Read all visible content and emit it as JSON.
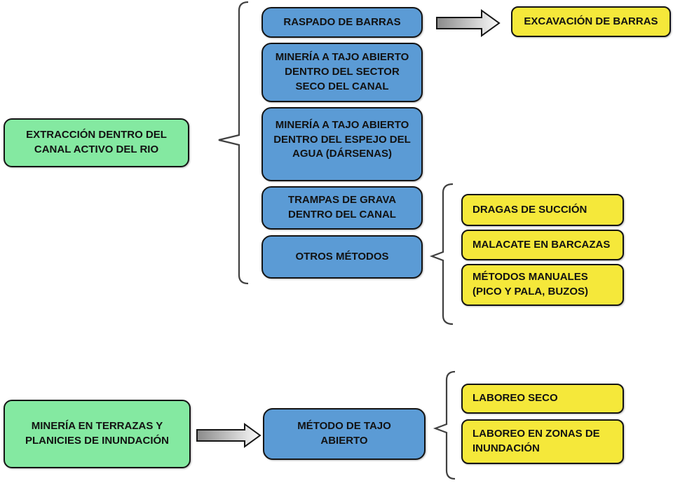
{
  "colors": {
    "green": "#84E9A1",
    "blue": "#5B9BD5",
    "yellow": "#F5E83A",
    "border": "#141414",
    "brace": "#404040",
    "arrow-start": "#8a8a8a",
    "arrow-end": "#fbfbfb"
  },
  "nodes": {
    "extraccion": {
      "lines": [
        "EXTRACCIÓN DENTRO DEL",
        "CANAL ACTIVO DEL RIO"
      ]
    },
    "raspado": {
      "lines": [
        "RASPADO DE BARRAS"
      ]
    },
    "mineria_seco": {
      "lines": [
        "MINERÍA A TAJO ABIERTO",
        "DENTRO DEL SECTOR",
        "SECO DEL CANAL"
      ]
    },
    "mineria_espejo": {
      "lines": [
        "MINERÍA A TAJO ABIERTO",
        "DENTRO DEL ESPEJO DEL",
        "AGUA (DÁRSENAS)"
      ]
    },
    "trampas": {
      "lines": [
        "TRAMPAS DE GRAVA",
        "DENTRO DEL CANAL"
      ]
    },
    "otros": {
      "lines": [
        "OTROS MÉTODOS"
      ]
    },
    "excavacion": {
      "lines": [
        "EXCAVACIÓN DE BARRAS"
      ]
    },
    "dragas": {
      "lines": [
        "DRAGAS DE SUCCIÓN"
      ]
    },
    "malacate": {
      "lines": [
        "MALACATE EN BARCAZAS"
      ]
    },
    "manuales": {
      "lines": [
        "MÉTODOS MANUALES",
        "(PICO Y PALA, BUZOS)"
      ]
    },
    "terrazas": {
      "lines": [
        "MINERÍA EN TERRAZAS Y",
        "PLANICIES DE INUNDACIÓN"
      ]
    },
    "tajo": {
      "lines": [
        "MÉTODO DE TAJO",
        "ABIERTO"
      ]
    },
    "laboreo_seco": {
      "lines": [
        "LABOREO SECO"
      ]
    },
    "laboreo_inundacion": {
      "lines": [
        "LABOREO EN ZONAS DE",
        "INUNDACIÓN"
      ]
    }
  },
  "hierarchy": {
    "extraccion_canal_activo": {
      "source": "extraccion",
      "branches": [
        "raspado",
        "mineria_seco",
        "mineria_espejo",
        "trampas",
        "otros"
      ],
      "raspado_arrow_to": "excavacion",
      "otros_branches": [
        "dragas",
        "malacate",
        "manuales"
      ]
    },
    "mineria_terrazas": {
      "source": "terrazas",
      "arrow_to": "tajo",
      "tajo_branches": [
        "laboreo_seco",
        "laboreo_inundacion"
      ]
    }
  }
}
